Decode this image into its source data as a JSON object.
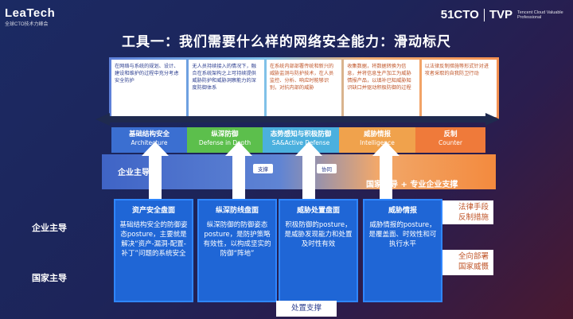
{
  "header": {
    "brand_left": "LeaTech",
    "brand_left_sub": "全球CTO技术力峰会",
    "brand_51cto": "51CTO",
    "brand_tvp": "TVP",
    "tvp_sub": "Tencent Cloud Valuable Professional"
  },
  "title": "工具一：我们需要什么样的网络安全能力：滑动标尺",
  "top_cards": [
    "在网络与系统的规划、设计、建设和维护的过程中充分考虑安全防护",
    "无人员持续接入的情况下，融合在系统架构之上可持续提供威胁防护和威胁洞察能力的深度防御体系",
    "在系统内部部署传统和新兴的威胁监测与防护技术，在人员监控、分析、响应时能够识别，对抗内部的威胁",
    "收集数据，将数据转换为信息，并将信息生产加工为威胁情报产品，以填补已知威胁知识缺口并驱动积极防御的过程",
    "以法律反制措施等形式针对进攻者采取的自我防卫行动"
  ],
  "band": [
    {
      "zh": "基础结构安全",
      "en": "Architecture"
    },
    {
      "zh": "纵深防御",
      "en": "Defense in Depth"
    },
    {
      "zh": "态势感知与积极防御",
      "en": "SA&Active Defense"
    },
    {
      "zh": "威胁情报",
      "en": "Intelligence"
    },
    {
      "zh": "反制",
      "en": "Counter"
    }
  ],
  "mid": {
    "left_text": "企业主导",
    "right_text": "国家主导 + 专业企业支撑",
    "pill_support": "支撑",
    "pill_collab": "协同"
  },
  "side_labels": {
    "enterprise": "企业主导",
    "state": "国家主导"
  },
  "right_boxes": [
    {
      "text": "法律手段\n反制措施"
    },
    {
      "text": "全向部署\n国家威慑"
    }
  ],
  "bottom_cards": [
    {
      "title": "资产安全盘面",
      "desc": "基础结构安全的防御姿态posture，主要就是解决“资产-漏洞-配置-补丁”问题的系统安全"
    },
    {
      "title": "纵深防线盘面",
      "desc": "纵深防御的防御姿态posture，是防护策略有效性，以构成坚实的防御“阵地”"
    },
    {
      "title": "威胁处置盘面",
      "desc": "积极防御的posture，是威胁发现能力和处置及时性有效"
    },
    {
      "title": "威胁情报",
      "desc": "威胁情报的posture，是覆盖面、时效性和可执行水平"
    }
  ],
  "bottom_label": "处置支撑",
  "colors": {
    "blue": "#1f66d6",
    "orange": "#f38a3e",
    "navy": "#1b2a63"
  }
}
